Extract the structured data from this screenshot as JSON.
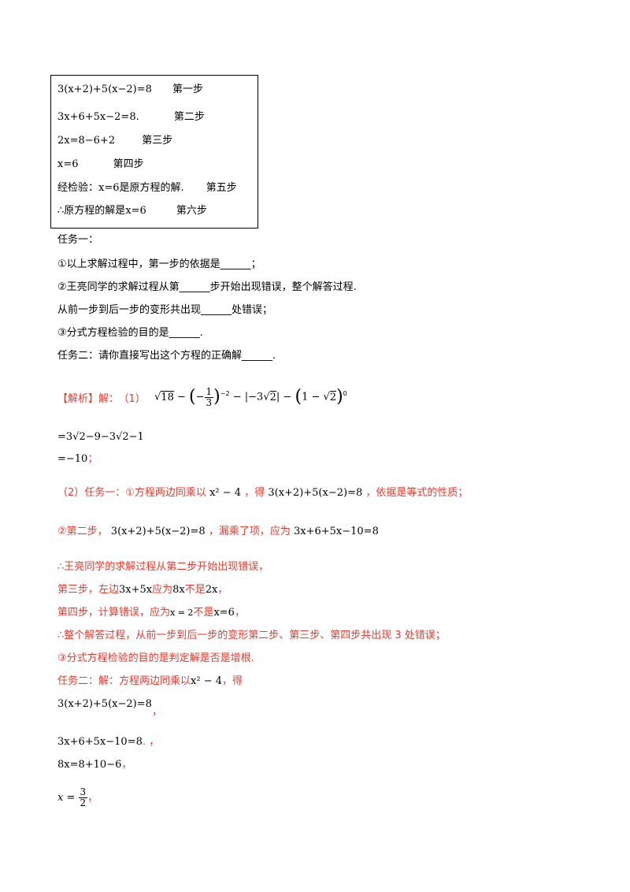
{
  "box": {
    "s1": {
      "eq": "3(x+2)+5(x−2)=8",
      "step": "第一步"
    },
    "s2": {
      "eq": "3x+6+5x−2=8",
      "dot": ".",
      "step": "第二步"
    },
    "s3": {
      "eq": "2x=8−6+2",
      "step": "第三步"
    },
    "s4": {
      "eq": "x=6",
      "step": "第四步"
    },
    "s5": {
      "pre": "经检验：",
      "eq": "x=6",
      "post": "是原方程的解.",
      "step": "第五步"
    },
    "s6": {
      "pre": "∴原方程的解是",
      "eq": "x=6",
      "step": "第六步"
    }
  },
  "task": {
    "t1_title": "任务一：",
    "q1": "①以上求解过程中，第一步的依据是______；",
    "q2": "②王亮同学的求解过程从第______步开始出现错误，整个解答过程.",
    "q2b": "从前一步到后一步的变形共出现______处错误；",
    "q3": "③分式方程检验的目的是______.",
    "t2": "任务二：请你直接写出这个方程的正确解______."
  },
  "solution": {
    "label": "【解析】",
    "jie": "解：",
    "p1": "（1）",
    "expr": {
      "sqrt18": "18",
      "a": "−",
      "frac_num": "1",
      "frac_den": "3",
      "exp1": "−2",
      "b": "−",
      "inner": "−3",
      "sqrt2": "2",
      "c": "−",
      "one": "1 − ",
      "sqrt2b": "2",
      "exp0": "0"
    },
    "r1": "=3√2−9−3√2−1",
    "r2": "=−10",
    "semi": "；",
    "p2a": "（2）任务一：①方程两边同乘以",
    "p2eq1": "x² − 4",
    "p2b": "，得",
    "p2eq2": "3(x+2)+5(x−2)=8",
    "p2c": "，依据是等式的性质；",
    "p3a": "②第二步，",
    "p3eq1": "3(x+2)+5(x−2)=8",
    "p3b": "，漏乘了项，应为",
    "p3eq2": "3x+6+5x−10=8",
    "p4": "∴王亮同学的求解过程从第二步开始出现错误，",
    "p5a": "第三步，左边",
    "p5eq1": "3x+5x",
    "p5b": "应为",
    "p5eq2": "8x",
    "p5c": "不是",
    "p5eq3": "2x",
    "p5d": "，",
    "p6a": "第四步，计算错误，应为",
    "p6eq1": "x = 2",
    "p6b": "不是",
    "p6eq2": "x=6",
    "p6c": "，",
    "p7": "∴整个解答过程，从前一步到后一步的变形第二步、第三步、第四步共出现 3 处错误；",
    "p8": "③分式方程检验的目的是判定解是否是增根.",
    "p9a": "任务二：解：方程两边同乘以",
    "p9eq": "x² − 4",
    "p9b": "，得",
    "e1": "3(x+2)+5(x−2)=8",
    "e1c": "，",
    "e2": "3x+6+5x−10=8",
    "e2c": ". ，",
    "e3": "8x=8+10−6",
    "e3c": "，",
    "e4pre": "x =",
    "e4num": "3",
    "e4den": "2",
    "e4c": "，"
  }
}
